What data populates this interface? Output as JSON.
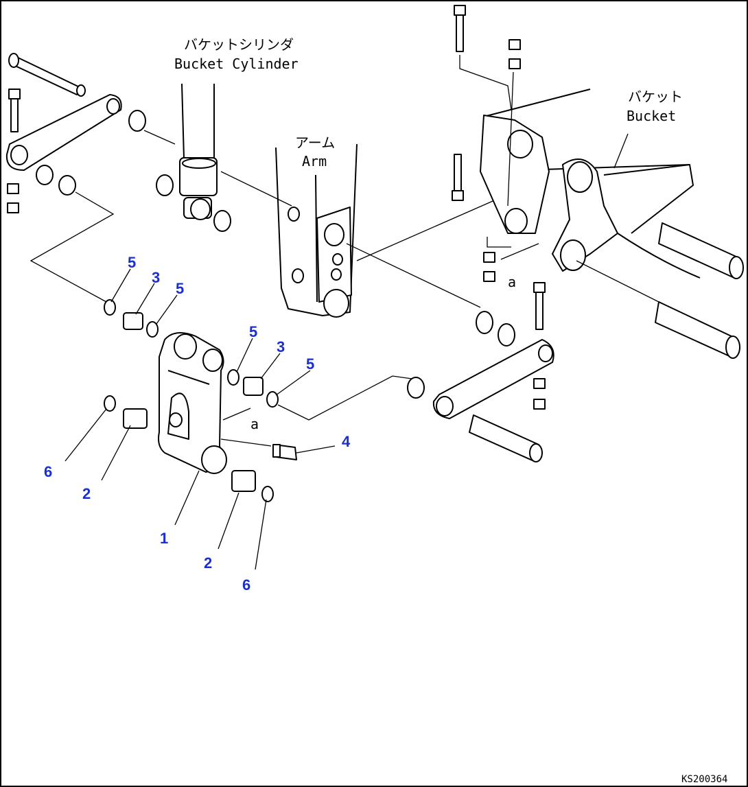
{
  "labels": {
    "cylinder_jp": "バケットシリンダ",
    "cylinder_en": "Bucket Cylinder",
    "arm_jp": "アーム",
    "arm_en": "Arm",
    "bucket_jp": "バケット",
    "bucket_en": "Bucket",
    "ref_a_1": "a",
    "ref_a_2": "a"
  },
  "callouts": [
    {
      "num": "5"
    },
    {
      "num": "3"
    },
    {
      "num": "5"
    },
    {
      "num": "5"
    },
    {
      "num": "3"
    },
    {
      "num": "5"
    },
    {
      "num": "4"
    },
    {
      "num": "6"
    },
    {
      "num": "2"
    },
    {
      "num": "1"
    },
    {
      "num": "2"
    },
    {
      "num": "6"
    }
  ],
  "drawing_code": "KS200364",
  "colors": {
    "callout": "#1a2fd1",
    "line": "#000000"
  }
}
